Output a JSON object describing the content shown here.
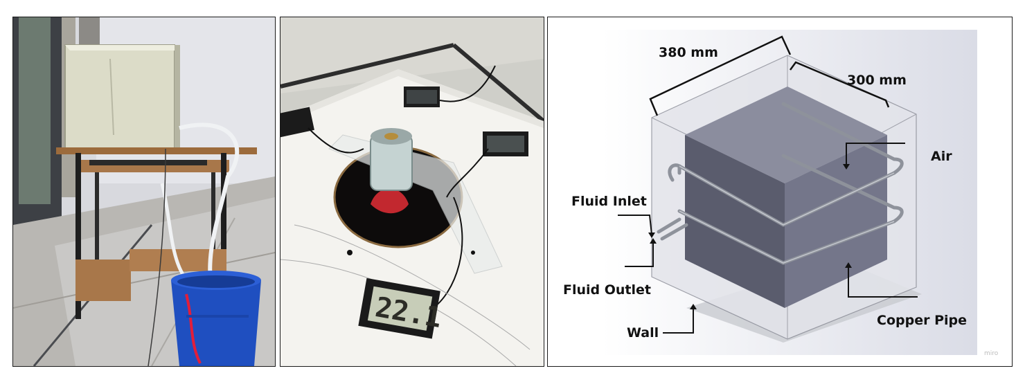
{
  "panels": [
    {
      "content": "photo: cabinet on table with tubes into blue bucket"
    },
    {
      "content": "photo: fan mounted over hole with digital thermometers"
    },
    {
      "content": "cad diagram"
    }
  ],
  "photo2": {
    "thermometer_reading": "22.1"
  },
  "diagram": {
    "dim_outer": "380 mm",
    "dim_inner": "300 mm",
    "labels": {
      "air": "Air",
      "fluid_inlet": "Fluid Inlet",
      "fluid_outlet": "Fluid Outlet",
      "wall": "Wall",
      "copper_pipe": "Copper Pipe"
    },
    "watermark": "miro"
  }
}
